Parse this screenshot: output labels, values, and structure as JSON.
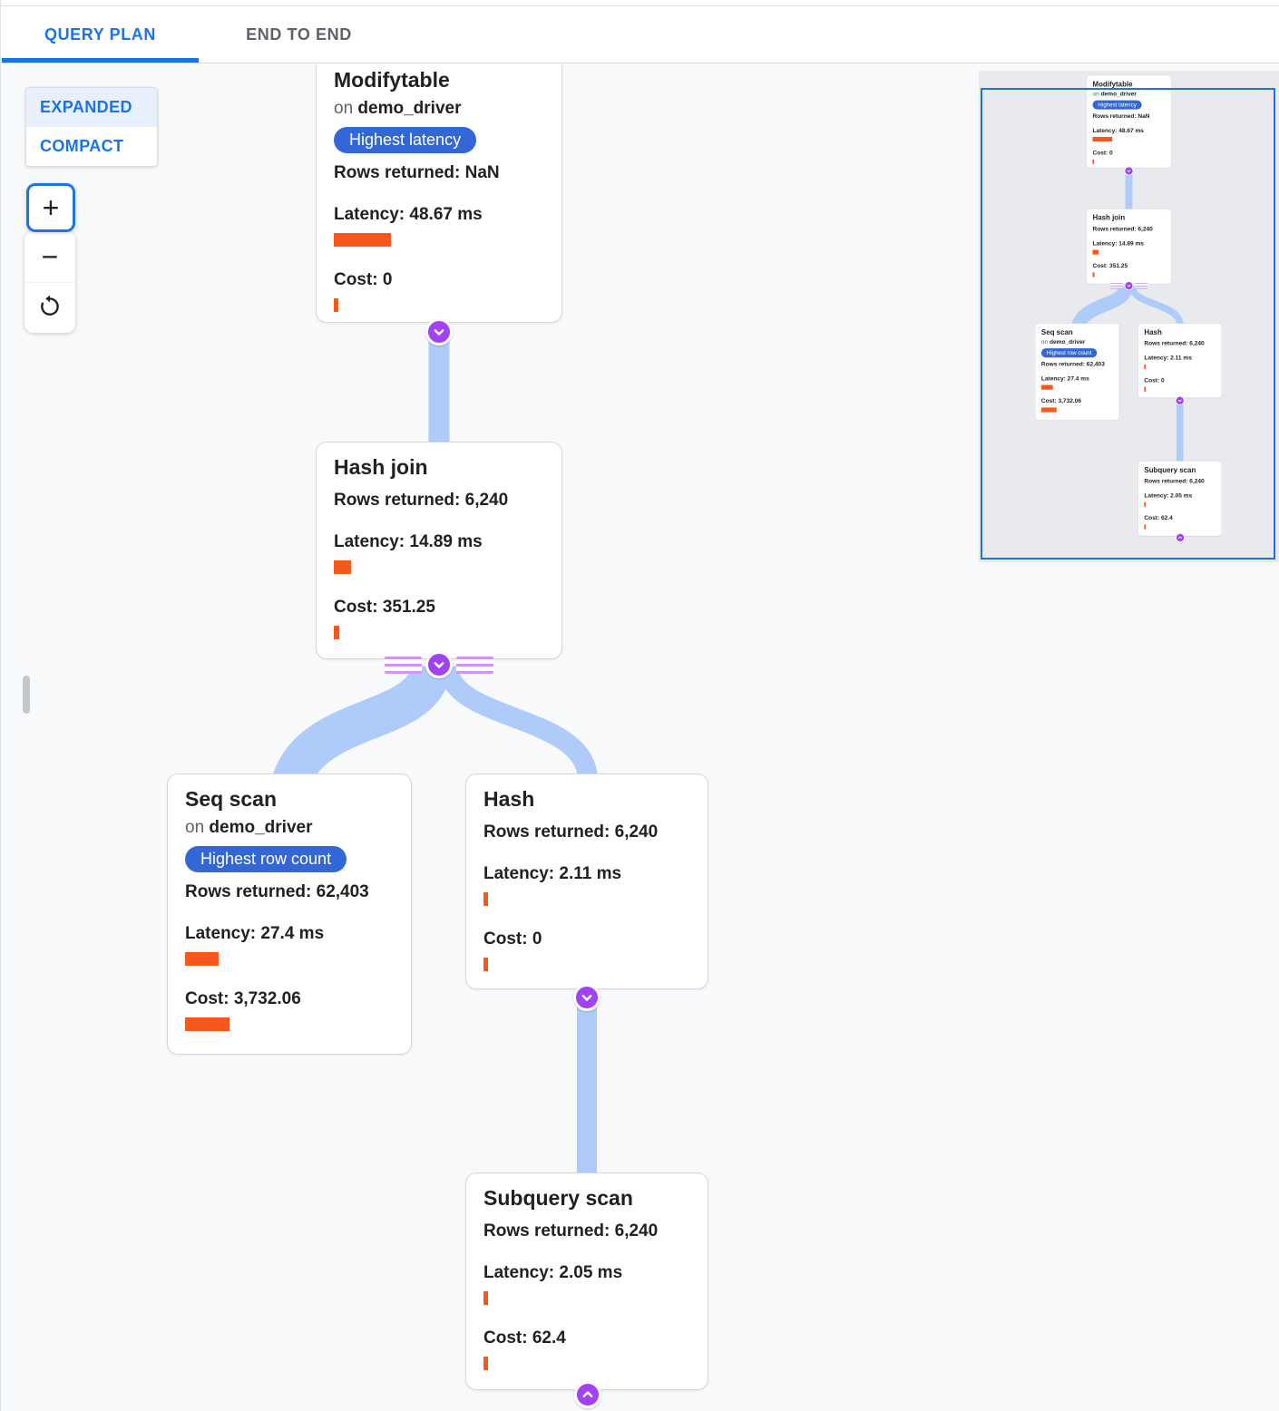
{
  "tabs": [
    {
      "label": "QUERY PLAN",
      "active": true
    },
    {
      "label": "END TO END",
      "active": false
    }
  ],
  "controls": {
    "expanded_label": "EXPANDED",
    "compact_label": "COMPACT",
    "zoom_in_label": "+",
    "zoom_out_label": "−",
    "reset_icon": "rotate-ccw-icon"
  },
  "colors": {
    "accent_blue": "#1a73e8",
    "badge_blue": "#3367d6",
    "edge_blue": "#aecbfa",
    "connector_purple": "#a142f4",
    "stripe_purple": "#cf94f8",
    "bar_orange": "#f9571e",
    "canvas_bg": "#f8f9fa",
    "minimap_bg": "#e8eaed"
  },
  "nodes": [
    {
      "id": "modifytable",
      "title": "Modifytable",
      "on_prefix": "on",
      "table": "demo_driver",
      "badge": "Highest latency",
      "rows": "Rows returned: NaN",
      "latency": "Latency: 48.67 ms",
      "latency_bar": 63,
      "cost": "Cost: 0",
      "cost_bar": 5,
      "connector": "collapse-down"
    },
    {
      "id": "hash-join",
      "title": "Hash join",
      "rows": "Rows returned: 6,240",
      "latency": "Latency: 14.89 ms",
      "latency_bar": 19,
      "cost": "Cost: 351.25",
      "cost_bar": 6,
      "connector": "collapse-down-multi"
    },
    {
      "id": "seq-scan",
      "title": "Seq scan",
      "on_prefix": "on",
      "table": "demo_driver",
      "badge": "Highest row count",
      "rows": "Rows returned: 62,403",
      "latency": "Latency: 27.4 ms",
      "latency_bar": 37,
      "cost": "Cost: 3,732.06",
      "cost_bar": 49,
      "connector": "none"
    },
    {
      "id": "hash",
      "title": "Hash",
      "rows": "Rows returned: 6,240",
      "latency": "Latency: 2.11 ms",
      "latency_bar": 5,
      "cost": "Cost: 0",
      "cost_bar": 5,
      "connector": "collapse-down"
    },
    {
      "id": "subquery-scan",
      "title": "Subquery scan",
      "rows": "Rows returned: 6,240",
      "latency": "Latency: 2.05 ms",
      "latency_bar": 5,
      "cost": "Cost: 62.4",
      "cost_bar": 5,
      "connector": "expand-up"
    }
  ]
}
